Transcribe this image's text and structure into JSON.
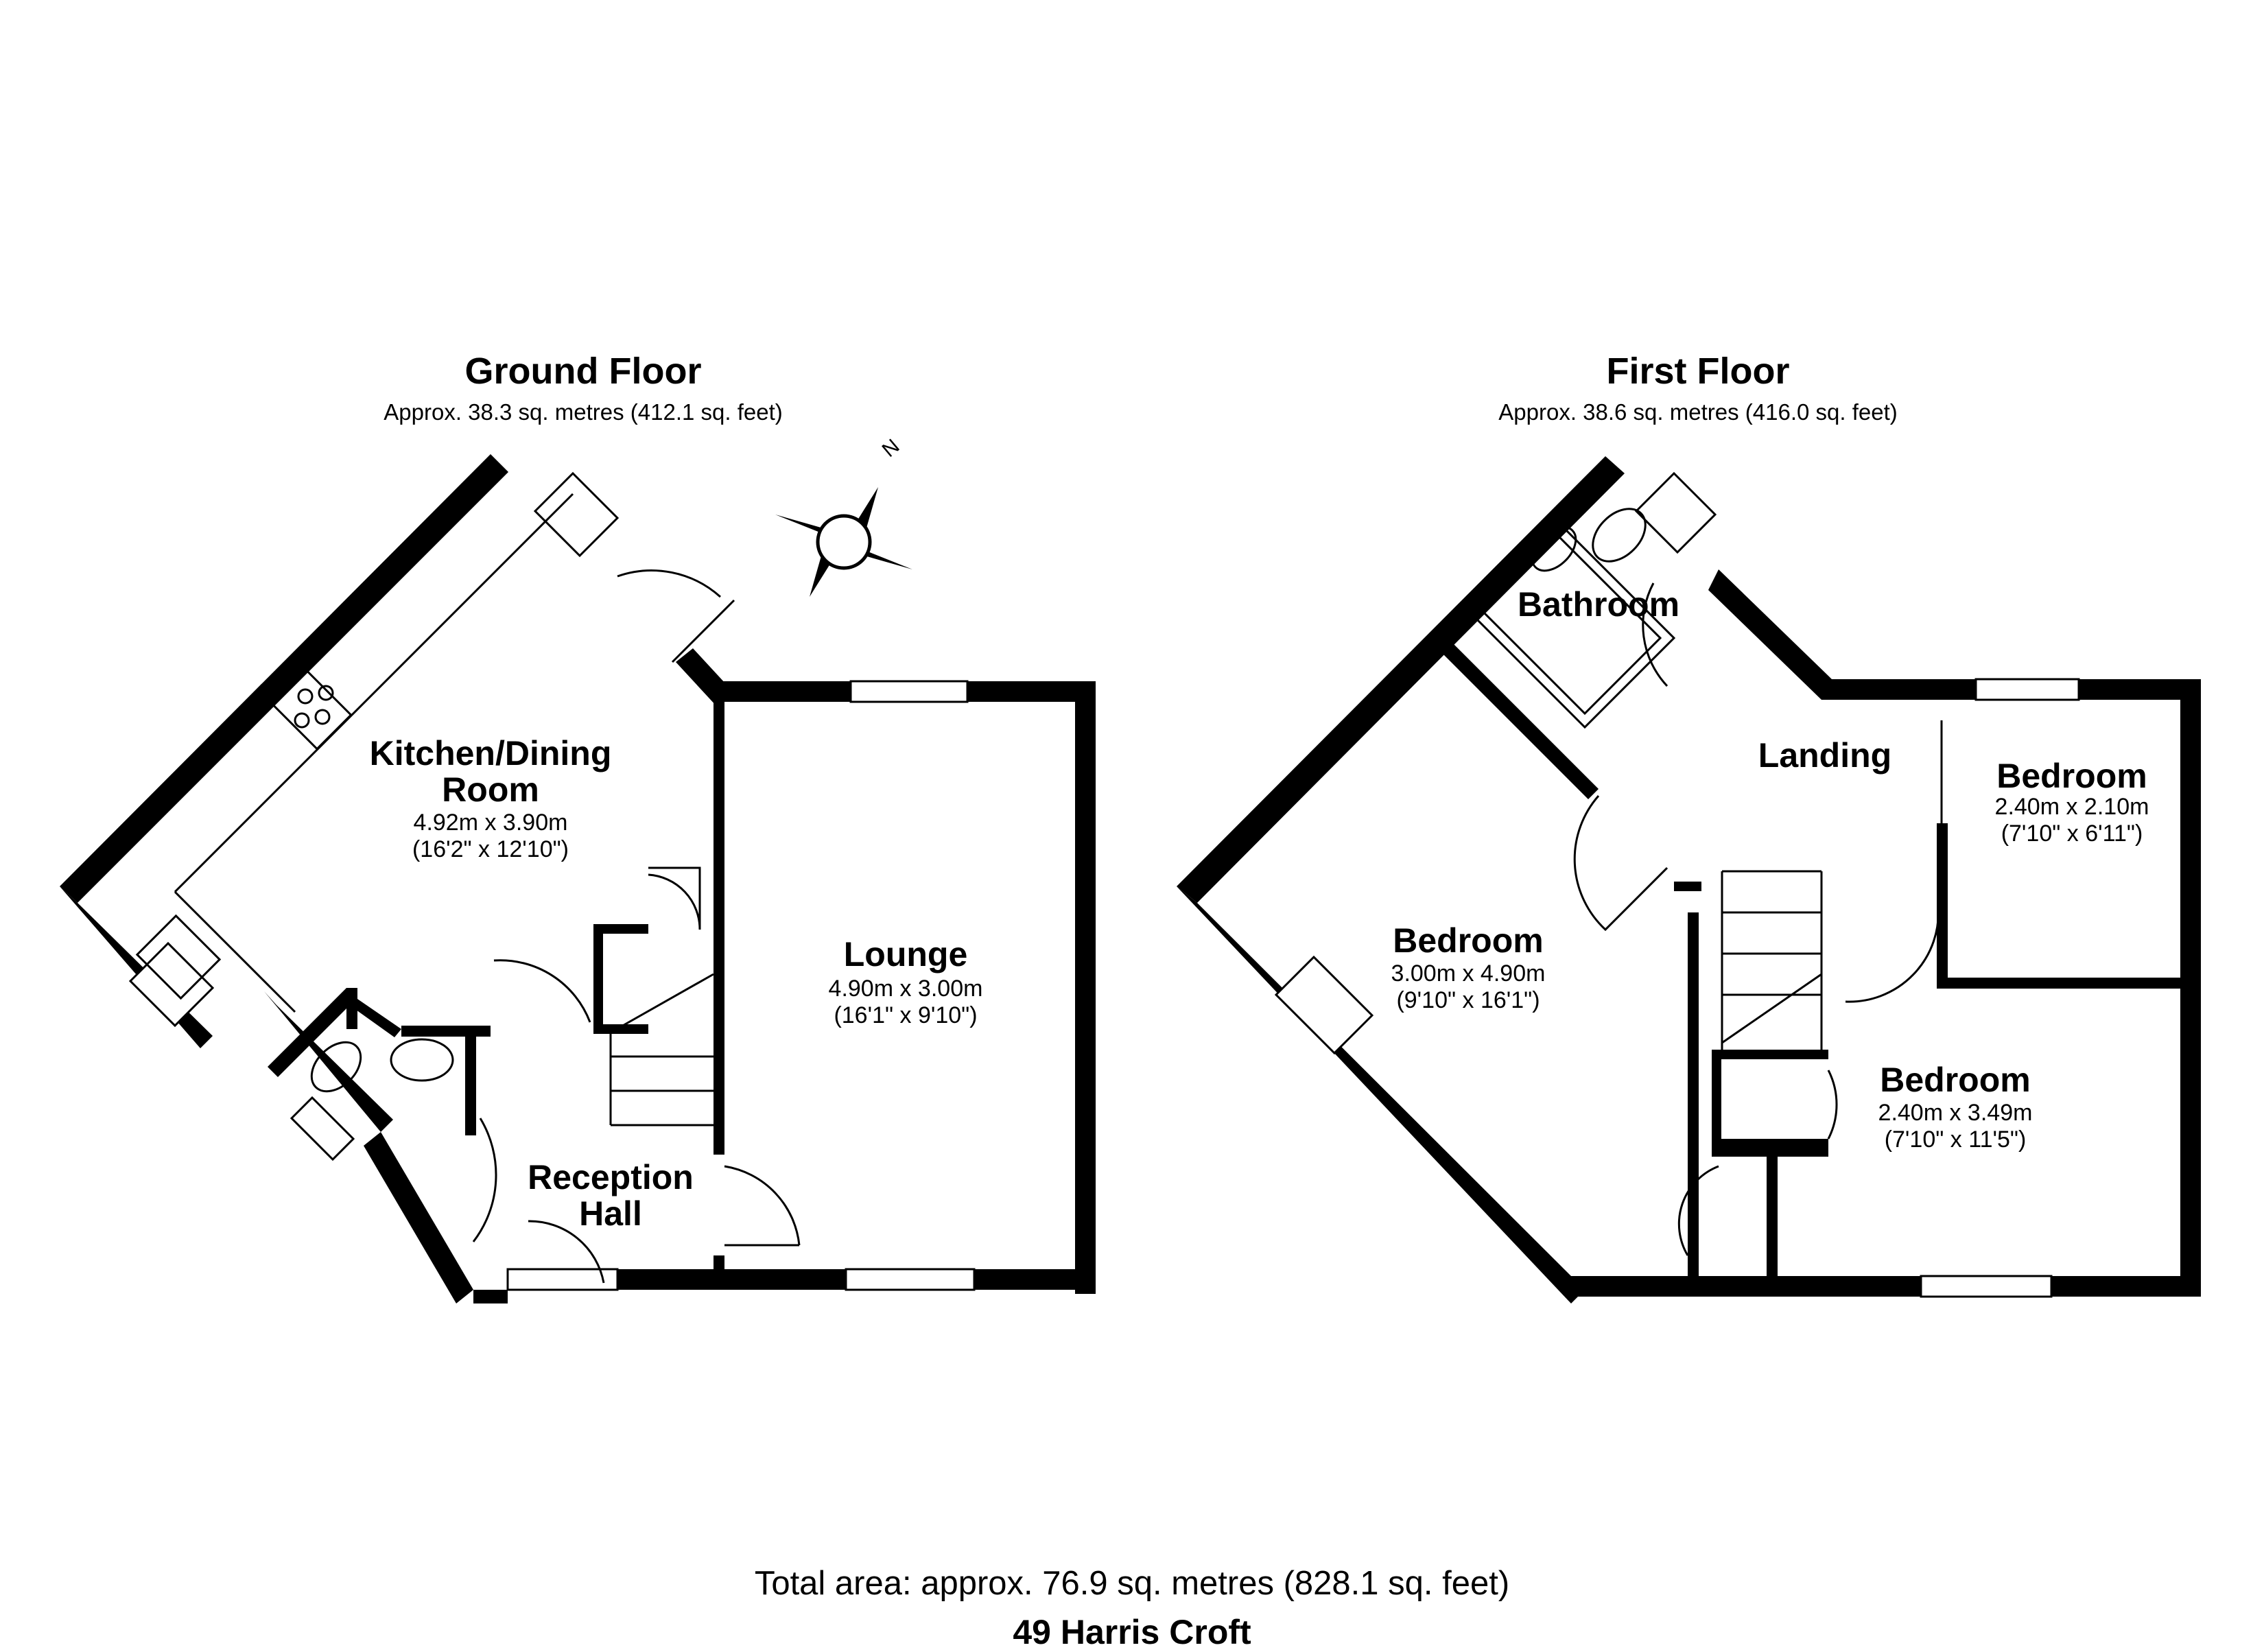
{
  "ground_floor": {
    "title": "Ground Floor",
    "area": "Approx. 38.3 sq. metres (412.1 sq. feet)",
    "rooms": [
      {
        "name": "Kitchen/Dining\nRoom",
        "dim_m": "4.92m x 3.90m",
        "dim_ft": "(16'2\" x 12'10\")"
      },
      {
        "name": "Lounge",
        "dim_m": "4.90m x 3.00m",
        "dim_ft": "(16'1\" x 9'10\")"
      },
      {
        "name": "Reception\nHall",
        "dim_m": "",
        "dim_ft": ""
      }
    ]
  },
  "first_floor": {
    "title": "First Floor",
    "area": "Approx. 38.6 sq. metres (416.0 sq. feet)",
    "rooms": [
      {
        "name": "Bathroom",
        "dim_m": "",
        "dim_ft": ""
      },
      {
        "name": "Landing",
        "dim_m": "",
        "dim_ft": ""
      },
      {
        "name": "Bedroom",
        "dim_m": "2.40m x 2.10m",
        "dim_ft": "(7'10\" x 6'11\")"
      },
      {
        "name": "Bedroom",
        "dim_m": "3.00m x 4.90m",
        "dim_ft": "(9'10\" x 16'1\")"
      },
      {
        "name": "Bedroom",
        "dim_m": "2.40m x 3.49m",
        "dim_ft": "(7'10\" x 11'5\")"
      }
    ]
  },
  "compass": {
    "north_label": "N",
    "icon": "compass-icon"
  },
  "footer": {
    "total_area": "Total area: approx. 76.9 sq. metres (828.1 sq. feet)",
    "address": "49 Harris Croft"
  }
}
